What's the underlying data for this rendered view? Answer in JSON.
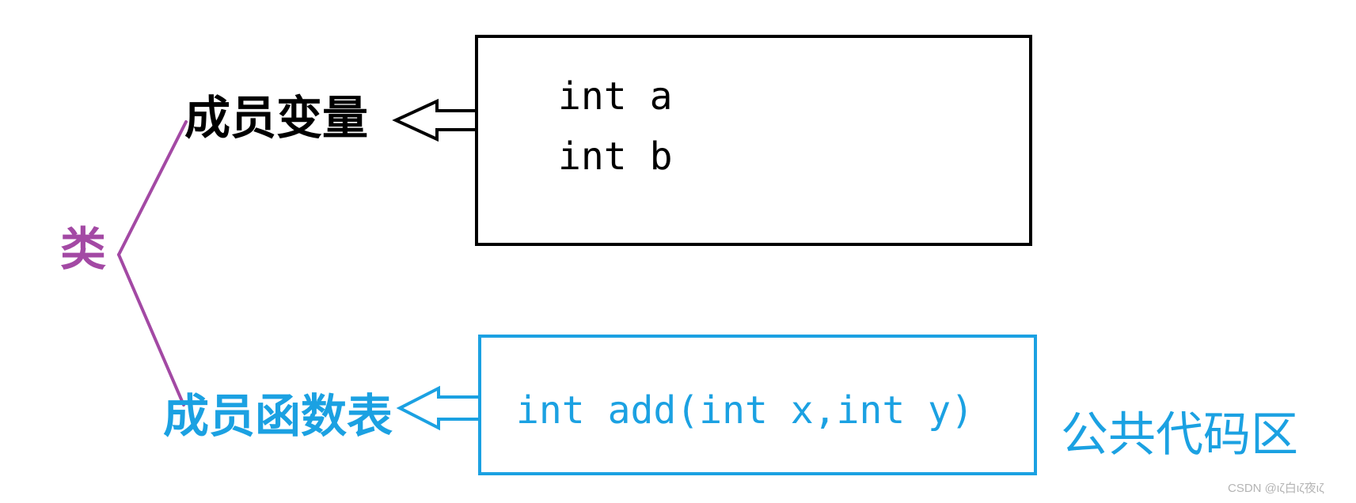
{
  "class_label": "类",
  "member_variables": {
    "label": "成员变量",
    "lines": [
      "int a",
      "int b"
    ]
  },
  "member_functions": {
    "label": "成员函数表",
    "lines": [
      "int add(int x,int y)"
    ]
  },
  "public_code_area_label": "公共代码区",
  "watermark": "CSDN @ιζ白ιζ夜ιζ",
  "colors": {
    "class": "#a349a4",
    "member_variables": "#000000",
    "member_functions": "#1ba1e2"
  }
}
